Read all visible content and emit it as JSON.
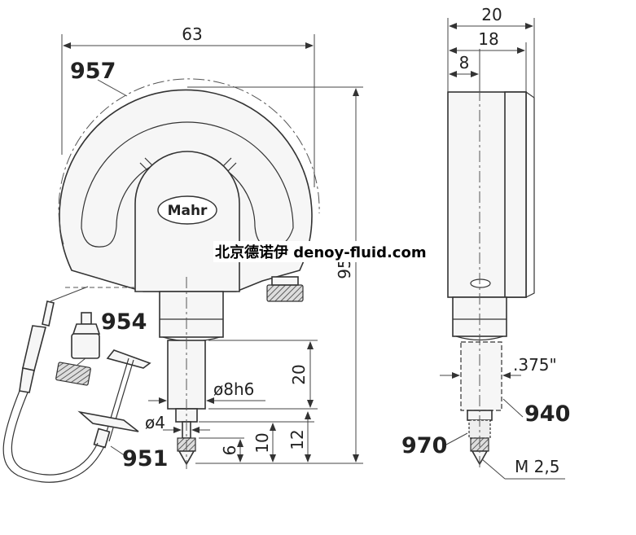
{
  "brand": "Mahr",
  "watermark": "北京德诺伊 denoy-fluid.com",
  "front_view": {
    "dims": {
      "width": "63",
      "height": "95",
      "stem_length": "20",
      "stem_diameter": "ø8h6",
      "tip_diameter": "ø4",
      "tip_6": "6",
      "tip_10": "10",
      "tip_12": "12"
    },
    "parts": {
      "cover": "957",
      "contact_point": "954",
      "lever": "951"
    }
  },
  "side_view": {
    "dims": {
      "depth_20": "20",
      "depth_18": "18",
      "depth_8": "8",
      "stem_inch": ".375\"",
      "thread": "M 2,5"
    },
    "parts": {
      "stem_adapter": "940",
      "insert": "970"
    }
  }
}
